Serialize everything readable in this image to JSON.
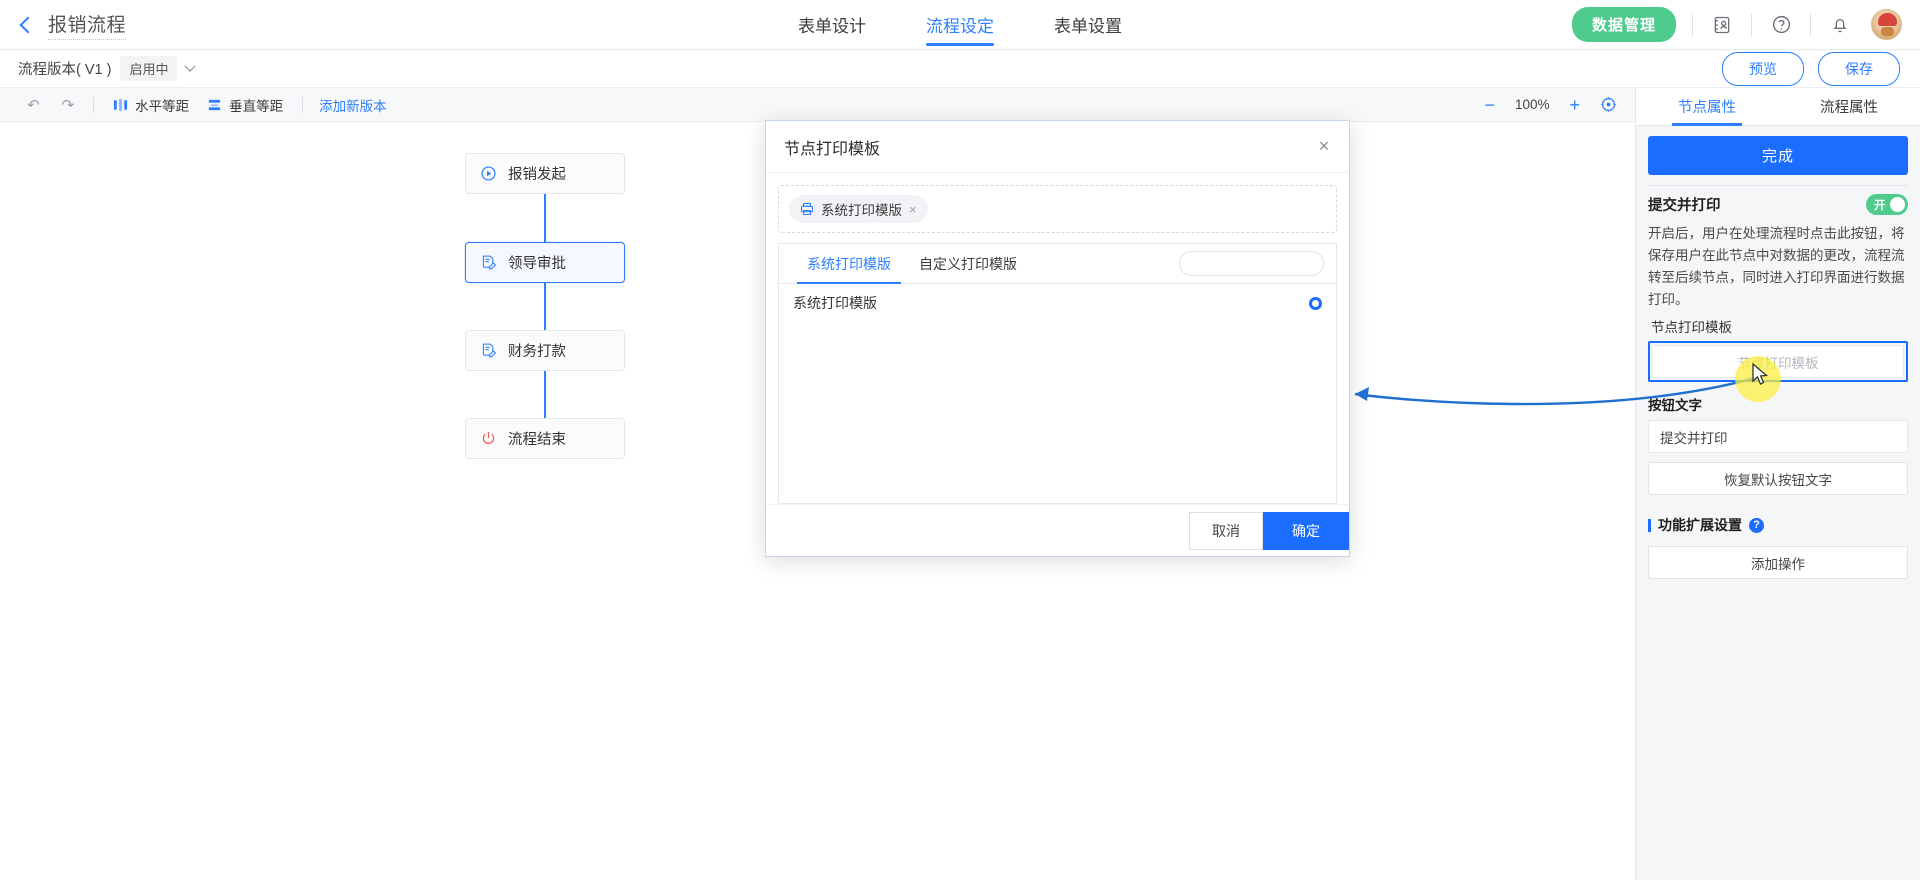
{
  "header": {
    "back_icon": "chevron-left-icon",
    "title": "报销流程",
    "tabs": [
      {
        "label": "表单设计",
        "active": false
      },
      {
        "label": "流程设定",
        "active": true
      },
      {
        "label": "表单设置",
        "active": false
      }
    ],
    "data_button": "数据管理",
    "icons": [
      "contacts-icon",
      "help-icon",
      "bell-icon",
      "avatar"
    ],
    "accent_green": "#4ecb8d",
    "accent_blue": "#2b7fff"
  },
  "version_bar": {
    "label": "流程版本( V1 )",
    "badge": "启用中",
    "chevron": "chevron-down-icon",
    "preview": "预览",
    "save": "保存"
  },
  "canvas_toolbar": {
    "undo": "undo-icon",
    "redo": "redo-icon",
    "align_h": "水平等距",
    "align_v": "垂直等距",
    "add_version": "添加新版本",
    "zoom_out": "−",
    "zoom_level": "100%",
    "zoom_in": "+",
    "fit": "fit-view-icon"
  },
  "flow_nodes": [
    {
      "label": "报销发起",
      "icon": "play-circle-icon",
      "selected": false
    },
    {
      "label": "领导审批",
      "icon": "form-edit-icon",
      "selected": true
    },
    {
      "label": "财务打款",
      "icon": "form-edit-icon",
      "selected": false
    },
    {
      "label": "流程结束",
      "icon": "power-off-icon",
      "selected": false
    }
  ],
  "modal": {
    "title": "节点打印模板",
    "close": "×",
    "chip": {
      "icon": "printer-icon",
      "label": "系统打印模版",
      "remove": "×"
    },
    "tabs": [
      {
        "label": "系统打印模版",
        "active": true
      },
      {
        "label": "自定义打印模版",
        "active": false
      }
    ],
    "search_placeholder": "",
    "search_icon": "search-icon",
    "list": [
      {
        "label": "系统打印模版",
        "selected": true
      }
    ],
    "cancel": "取消",
    "confirm": "确定"
  },
  "right_panel": {
    "tabs": [
      {
        "label": "节点属性",
        "active": true
      },
      {
        "label": "流程属性",
        "active": false
      }
    ],
    "done_button": "完成",
    "submit_print": {
      "label": "提交并打印",
      "toggle_state": "开",
      "toggle_on": true,
      "description": "开启后，用户在处理流程时点击此按钮，将保存用户在此节点中对数据的更改，流程流转至后续节点，同时进入打印界面进行数据打印。"
    },
    "node_print_template": {
      "label": "节点打印模板",
      "field_value": "节点打印模板"
    },
    "button_text": {
      "label": "按钮文字",
      "value": "提交并打印",
      "reset": "恢复默认按钮文字"
    },
    "extension": {
      "title": "功能扩展设置",
      "help_icon": "question-mark-icon",
      "add_action": "添加操作"
    }
  }
}
